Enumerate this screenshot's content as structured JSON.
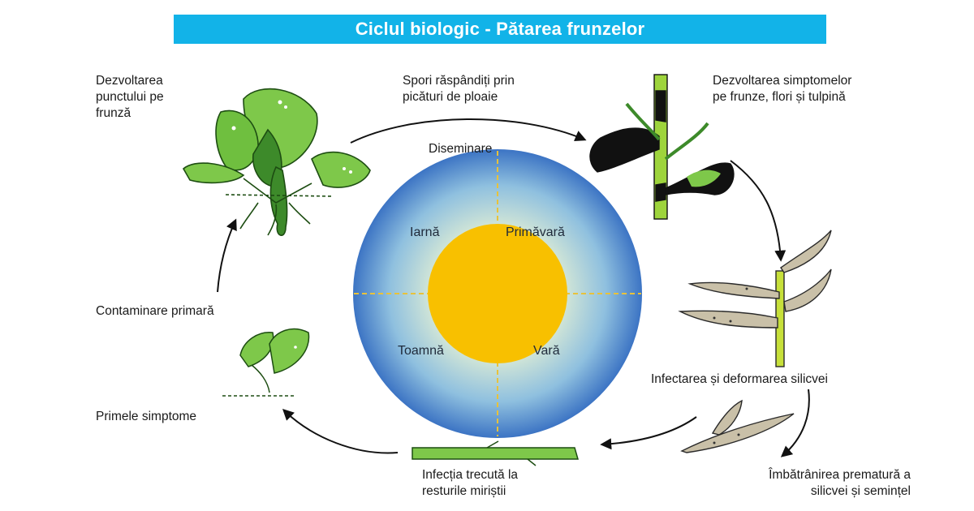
{
  "title": "Ciclul biologic - Pătarea frunzelor",
  "colors": {
    "title_bar": "#12b3e8",
    "sun": "#f8c000",
    "globe_outer": "#3c78c8",
    "globe_inner": "#e6efe0",
    "leaf_green": "#7ec84a",
    "dark_green": "#3d8a2a",
    "lesion": "#111111",
    "silique": "#c9c0a8"
  },
  "seasons": {
    "winter": "Iarnă",
    "spring": "Primăvară",
    "autumn": "Toamnă",
    "summer": "Vară"
  },
  "stages": {
    "leaf_spot": [
      "Dezvoltarea",
      "punctului pe",
      "frunză"
    ],
    "spores": [
      "Spori răspândiți prin",
      "picături de ploaie"
    ],
    "dissemination": "Diseminare",
    "symptoms": [
      "Dezvoltarea simptomelor",
      "pe frunze, flori și tulpină"
    ],
    "silique_infection": "Infectarea și deformarea silicvei",
    "premature_aging": [
      "Îmbătrânirea prematură a",
      "silicvei și semințel"
    ],
    "stubble_infection": [
      "Infecția trecută la",
      "resturile miriștii"
    ],
    "first_symptoms": "Primele simptome",
    "primary_contamination": "Contaminare primară"
  },
  "icons": {
    "plant_large": "rosette-plant-icon",
    "plant_small": "seedling-icon",
    "stem": "infected-stem-icon",
    "silique_branch": "silique-branch-icon",
    "silique_pair": "aged-silique-icon",
    "stubble": "stubble-residue-icon",
    "globe": "season-globe-icon"
  }
}
